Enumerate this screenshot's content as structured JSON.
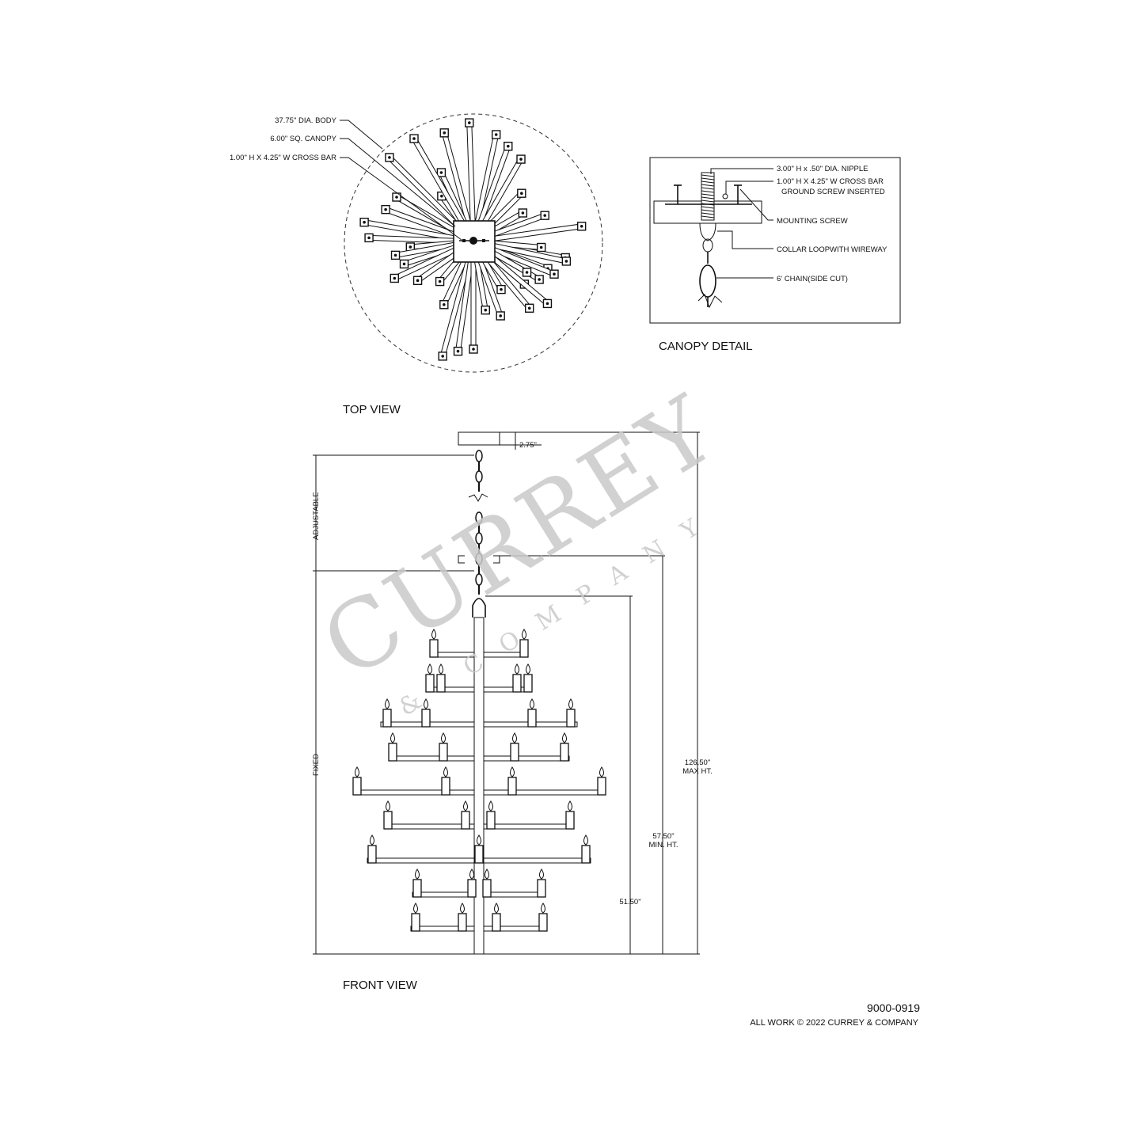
{
  "views": {
    "top": "TOP VIEW",
    "canopy": "CANOPY DETAIL",
    "front": "FRONT VIEW"
  },
  "top_callouts": [
    "37.75\" DIA. BODY",
    "6.00\" SQ. CANOPY",
    "1.00\" H X 4.25\" W CROSS BAR"
  ],
  "canopy_callouts": {
    "nipple": "3.00\" H x .50\" DIA. NIPPLE",
    "crossbar_1": "1.00\" H X 4.25\" W CROSS BAR",
    "crossbar_2": "GROUND SCREW INSERTED",
    "mounting_screw": "MOUNTING SCREW",
    "collar": "COLLAR LOOPWITH WIREWAY",
    "chain": "6' CHAIN(SIDE CUT)"
  },
  "dimensions": {
    "canopy_height": "2.75\"",
    "adjustable": "ADJUSTABLE",
    "fixed": "FIXED",
    "max_ht_value": "126.50\"",
    "max_ht_label": "MAX HT.",
    "min_ht_value": "57.50\"",
    "min_ht_label": "MIN. HT.",
    "body_height": "51.50\""
  },
  "footer": {
    "sku": "9000-0919",
    "copyright": "ALL WORK © 2022 CURREY & COMPANY"
  },
  "watermark": {
    "main": "CURREY",
    "sub": "& COMPANY"
  }
}
